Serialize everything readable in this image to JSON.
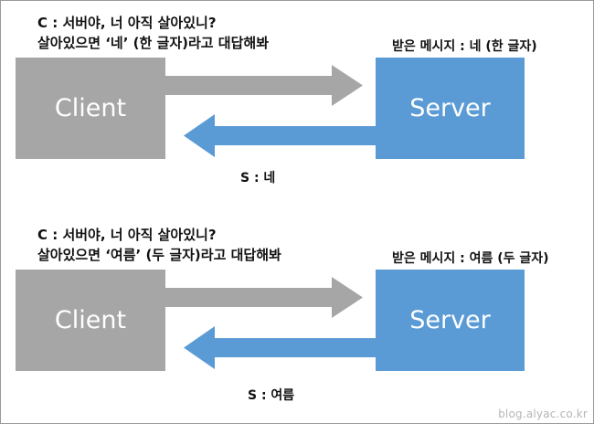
{
  "diagram": {
    "title": "TCP Keep-Alive Client Server Message Exchange",
    "colors": {
      "client_box": "#a6a6a6",
      "server_box": "#5b9bd5",
      "request_arrow": "#a6a6a6",
      "response_arrow": "#5b9bd5",
      "text": "#111111",
      "watermark": "#b5b5b5",
      "background": "#ffffff"
    },
    "nodes": {
      "client_label": "Client",
      "server_label": "Server"
    },
    "blocks": [
      {
        "id": "block-one-char",
        "client_message_line1": "C : 서버야, 너 아직 살아있니?",
        "client_message_line2": "살아있으면 ‘네’ (한 글자)라고 대답해봐",
        "server_received": "받은 메시지 : 네 (한 글자)",
        "response_label": "S : 네",
        "request_arrow_name": "client-to-server-arrow",
        "response_arrow_name": "server-to-client-arrow"
      },
      {
        "id": "block-two-chars",
        "client_message_line1": "C : 서버야, 너 아직 살아있니?",
        "client_message_line2": "살아있으면 ‘여름’ (두 글자)라고 대답해봐",
        "server_received": "받은 메시지 : 여름 (두 글자)",
        "response_label": "S : 여름",
        "request_arrow_name": "client-to-server-arrow",
        "response_arrow_name": "server-to-client-arrow"
      }
    ],
    "watermark": "blog.alyac.co.kr"
  }
}
